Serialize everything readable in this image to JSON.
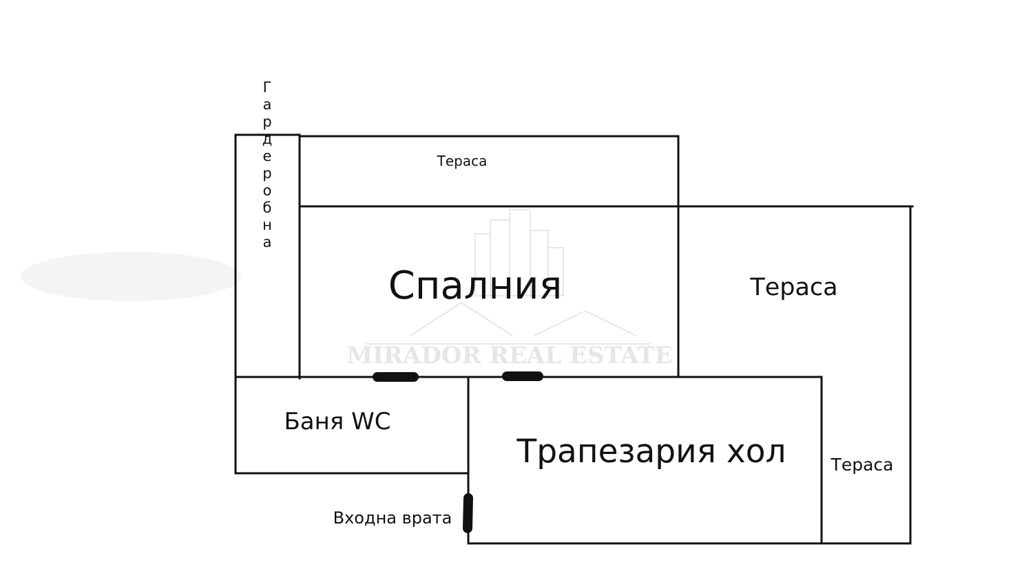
{
  "rooms": {
    "wardrobe": "Гардеробна",
    "terrace_top": "Тераса",
    "bedroom": "Спалния",
    "terrace_right": "Тераса",
    "bathroom": "Баня WC",
    "dining_living": "Трапезария хол",
    "terrace_side": "Тераса"
  },
  "entrance": "Входна врата",
  "watermark": {
    "text": "MIRADOR REAL ESTATE"
  }
}
